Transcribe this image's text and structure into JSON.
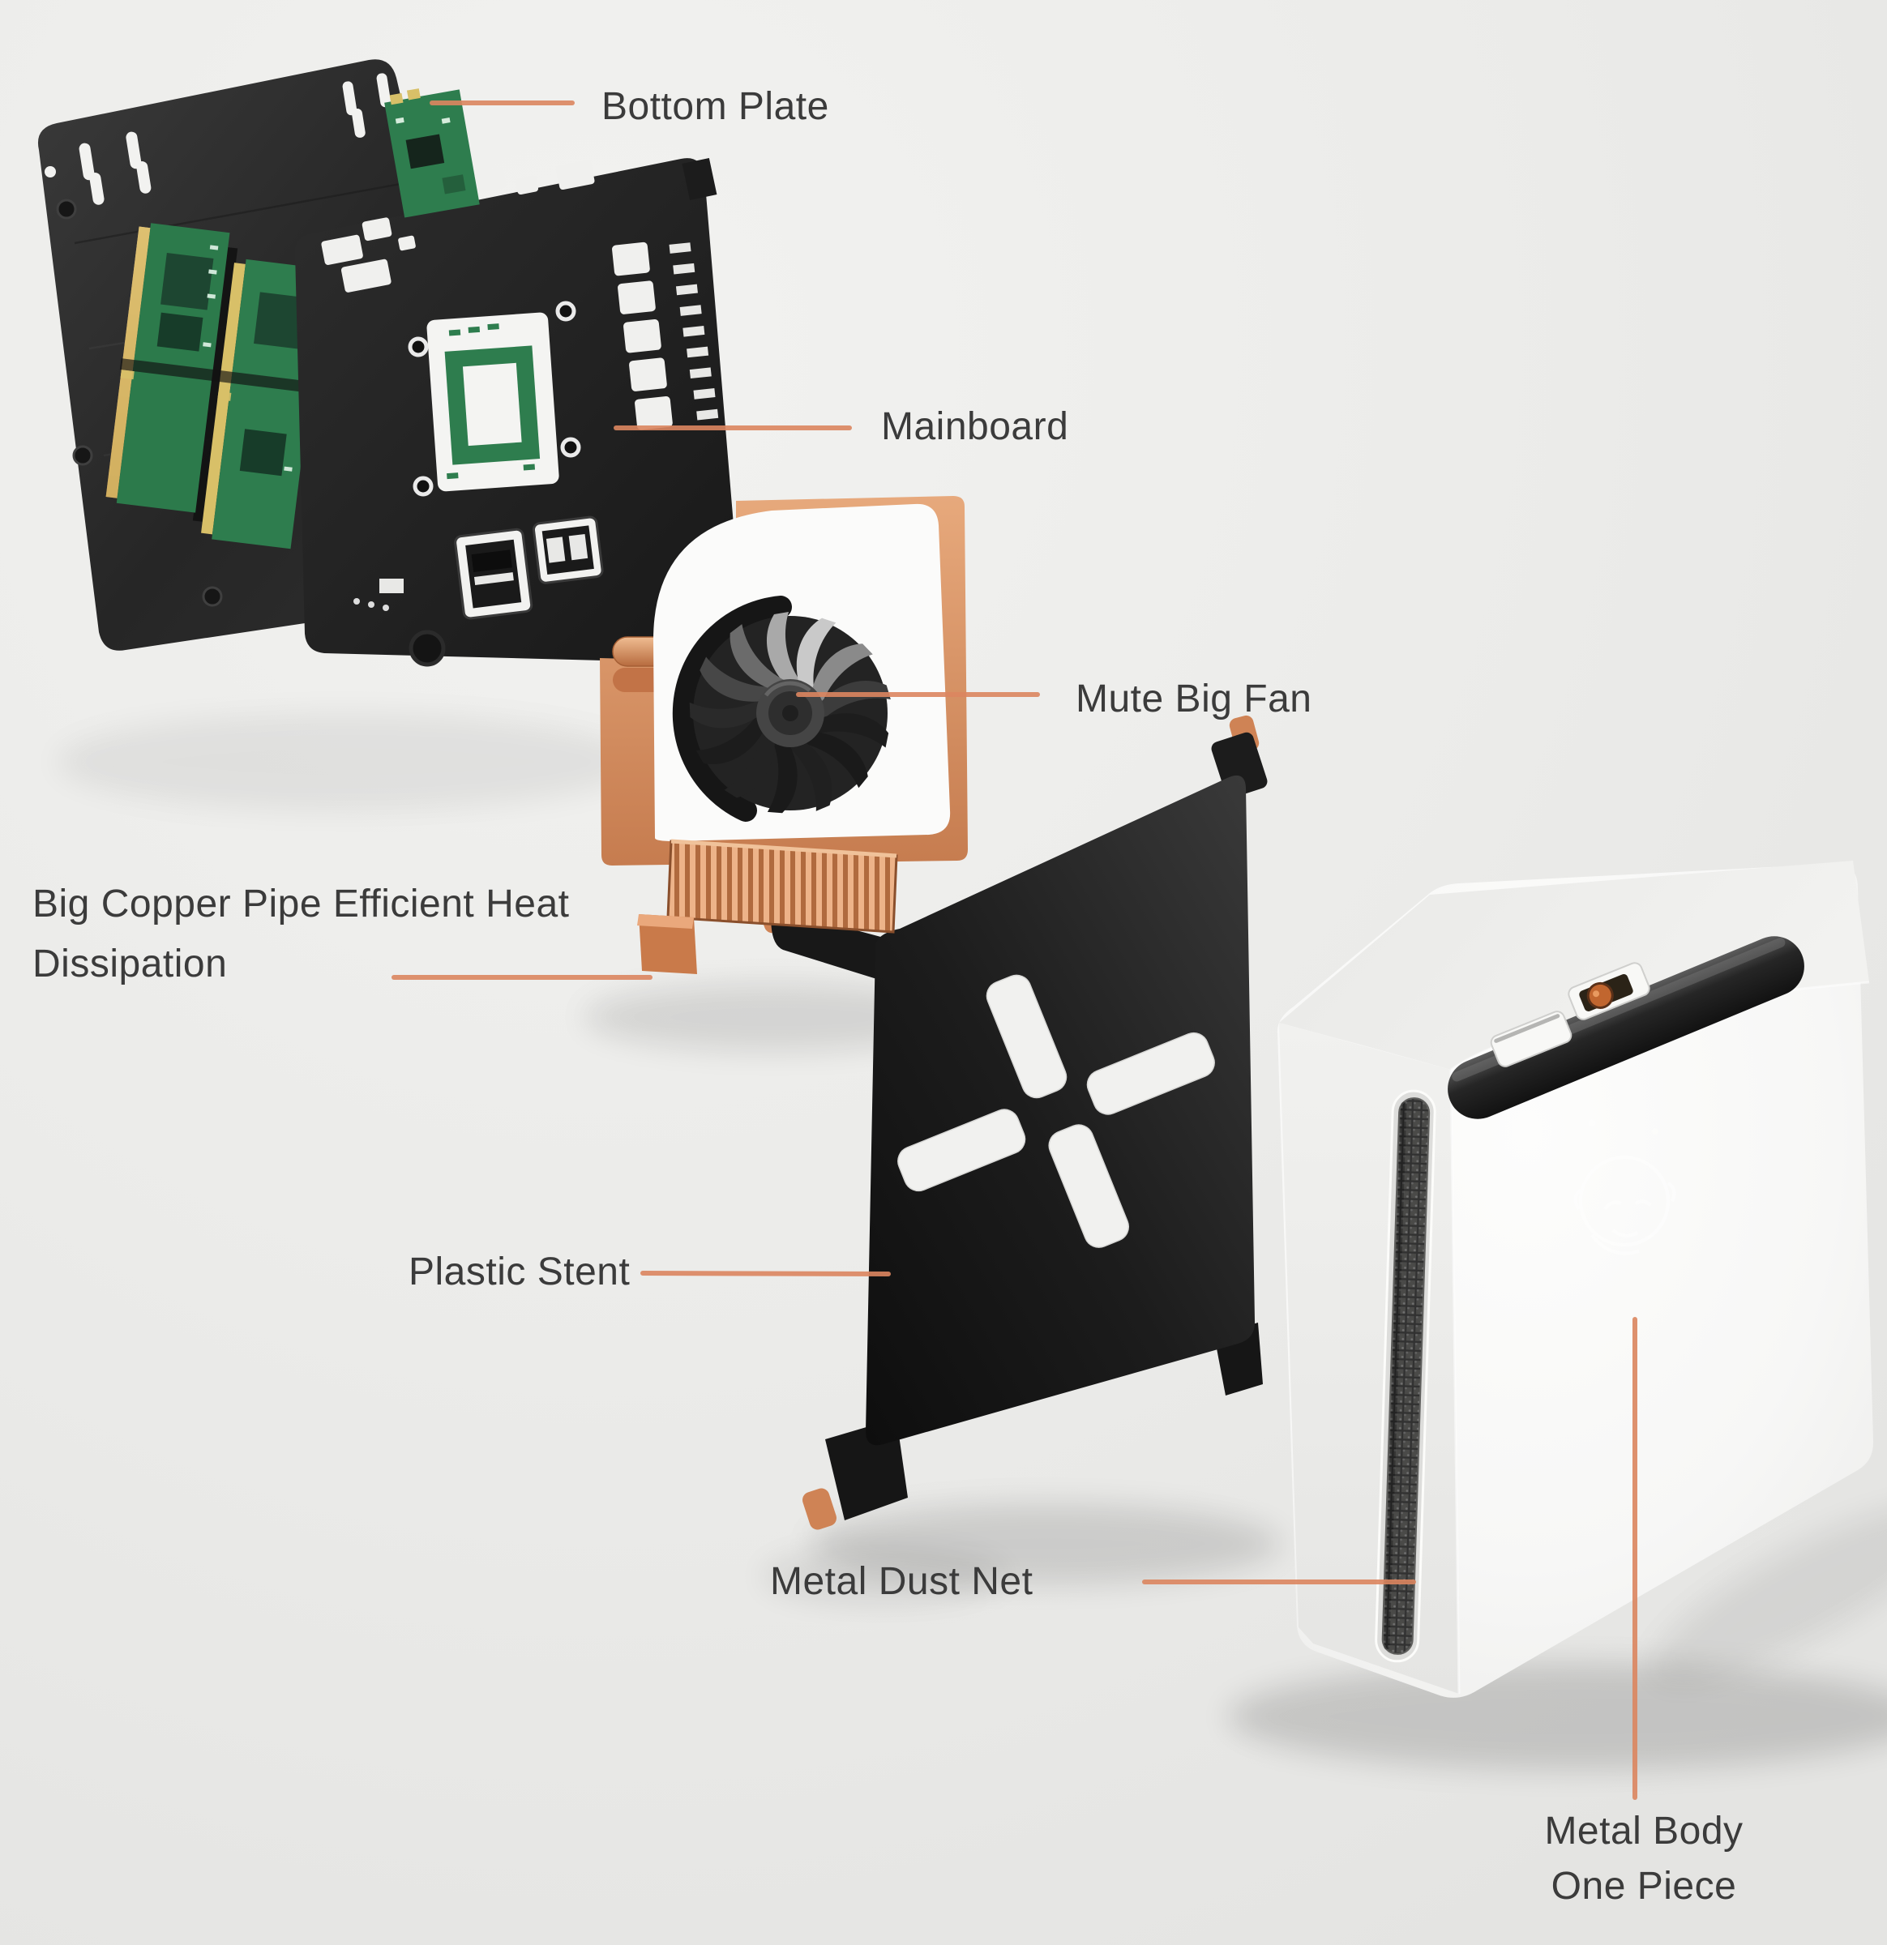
{
  "callouts": {
    "bottom_plate": "Bottom Plate",
    "mainboard": "Mainboard",
    "fan": "Mute Big Fan",
    "copper_pipe": "Big Copper Pipe Efficient Heat Dissipation",
    "plastic_stent": "Plastic Stent",
    "dust_net": "Metal Dust Net",
    "metal_body": "Metal Body One Piece"
  },
  "colors": {
    "leader_line": "#dc8660",
    "label_text": "#3b3b3b",
    "background": "#ececea",
    "copper": "#d08a5a",
    "copper_peg": "#cf8355",
    "pcb_green": "#2e7d4e",
    "ram_gold": "#d8c068",
    "chassis_black": "#1f1f1f",
    "body_white": "#fafaf9",
    "fan_dark": "#232323"
  }
}
